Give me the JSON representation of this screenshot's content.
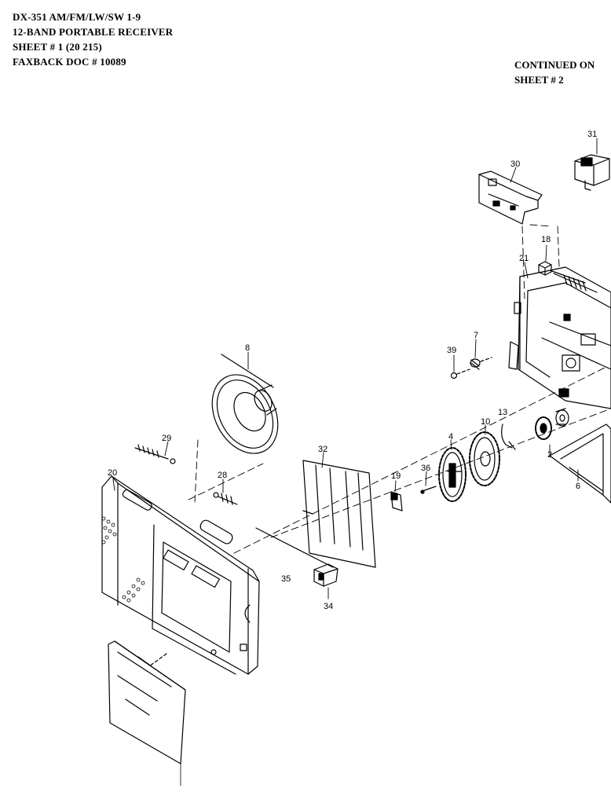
{
  "header": {
    "model_line": "DX-351 AM/FM/LW/SW 1-9",
    "description_line": "12-BAND PORTABLE RECEIVER",
    "sheet_line": "SHEET # 1  (20 215)",
    "faxback_line": "FAXBACK DOC # 10089"
  },
  "continued": {
    "line1": "CONTINUED ON",
    "line2": "SHEET # 2"
  },
  "parts": {
    "p31": "31",
    "p30": "30",
    "p18": "18",
    "p21": "21",
    "p7": "7",
    "p39": "39",
    "p8": "8",
    "p29": "29",
    "p28": "28",
    "p20": "20",
    "p32": "32",
    "p19": "19",
    "p36": "36",
    "p4": "4",
    "p10": "10",
    "p13": "13",
    "p2": "2",
    "p6": "6",
    "p35": "35",
    "p34": "34"
  }
}
